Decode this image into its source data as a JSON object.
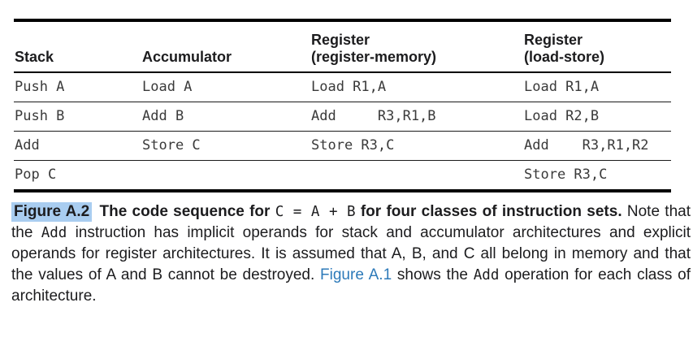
{
  "figure": {
    "table": {
      "columns": [
        {
          "label": "Stack",
          "sublabel": ""
        },
        {
          "label": "Accumulator",
          "sublabel": ""
        },
        {
          "label": "Register",
          "sublabel": "(register-memory)"
        },
        {
          "label": "Register",
          "sublabel": "(load-store)"
        }
      ],
      "rows": [
        {
          "cells": [
            "Push A",
            "Load A",
            "Load R1,A",
            "Load R1,A"
          ]
        },
        {
          "cells": [
            "Push B",
            "Add B",
            "Add     R3,R1,B",
            "Load R2,B"
          ]
        },
        {
          "cells": [
            "Add",
            "Store C",
            "Store R3,C",
            "Add    R3,R1,R2"
          ]
        },
        {
          "cells": [
            "Pop C",
            "",
            "",
            "Store R3,C"
          ]
        }
      ]
    },
    "caption": {
      "figure_label": "Figure A.2",
      "bold_pre_code": " The code sequence for ",
      "code_expr": "C = A + B",
      "bold_post_code": " for four classes of instruction sets.",
      "text_1": " Note that the ",
      "code_add_1": "Add",
      "text_2": " instruction has implicit operands for stack and accumulator architectures and explicit operands for register architectures. It is assumed that A, B, and C all belong in memory and that the values of A and B cannot be destroyed. ",
      "link_text": "Figure A.1",
      "text_3": " shows the ",
      "code_add_2": "Add",
      "text_4": " operation for each class of architecture."
    }
  },
  "colors": {
    "highlight": "#a9cdf0",
    "link": "#2d7ab9",
    "text": "#1c1c1e",
    "code": "#3a3a3a",
    "rule": "#000000"
  }
}
